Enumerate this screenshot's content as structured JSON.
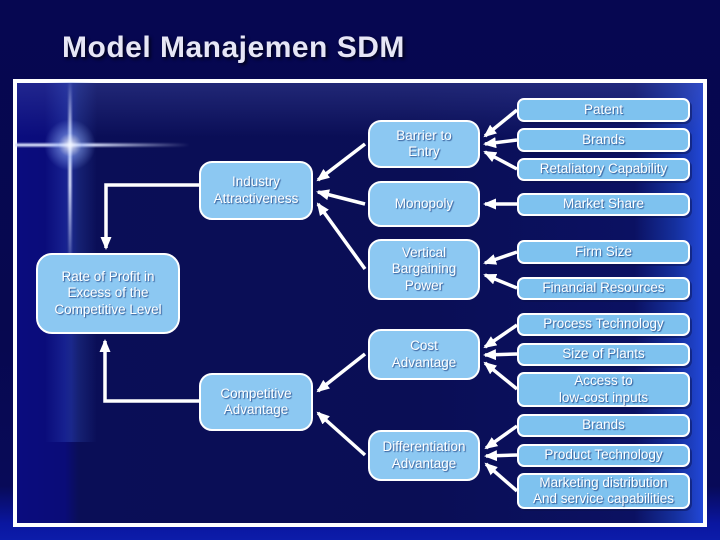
{
  "title": "Model Manajemen SDM",
  "colors": {
    "page_background": "#070850",
    "slide_background": "#0a0e55",
    "right_edge_accent": "#2247d6",
    "frame_border": "#ffffff",
    "box_fill": "#7ec2ef",
    "box_fill_rounded": "#8cc8f2",
    "box_border": "#ffffff",
    "arrow": "#ffffff",
    "title_color": "#e6e6f6",
    "box_text": "#ffffff"
  },
  "nodes": {
    "rate_of_profit": "Rate of Profit in\nExcess of the\nCompetitive Level",
    "industry_attractiveness": "Industry\nAttractiveness",
    "competitive_advantage": "Competitive\nAdvantage",
    "barrier_to_entry": "Barrier to\nEntry",
    "monopoly": "Monopoly",
    "vertical_bargaining_power": "Vertical\nBargaining\nPower",
    "cost_advantage": "Cost\nAdvantage",
    "differentiation_advantage": "Differentiation\nAdvantage",
    "patent": "Patent",
    "brands_entry": "Brands",
    "retaliatory_capability": "Retaliatory Capability",
    "market_share": "Market Share",
    "firm_size": "Firm Size",
    "financial_resources": "Financial Resources",
    "process_technology": "Process Technology",
    "size_of_plants": "Size of Plants",
    "access_to_low_cost_inputs": "Access to\nlow-cost inputs",
    "brands_differentiation": "Brands",
    "product_technology": "Product Technology",
    "marketing_distribution": "Marketing distribution\nAnd service capabilities"
  }
}
